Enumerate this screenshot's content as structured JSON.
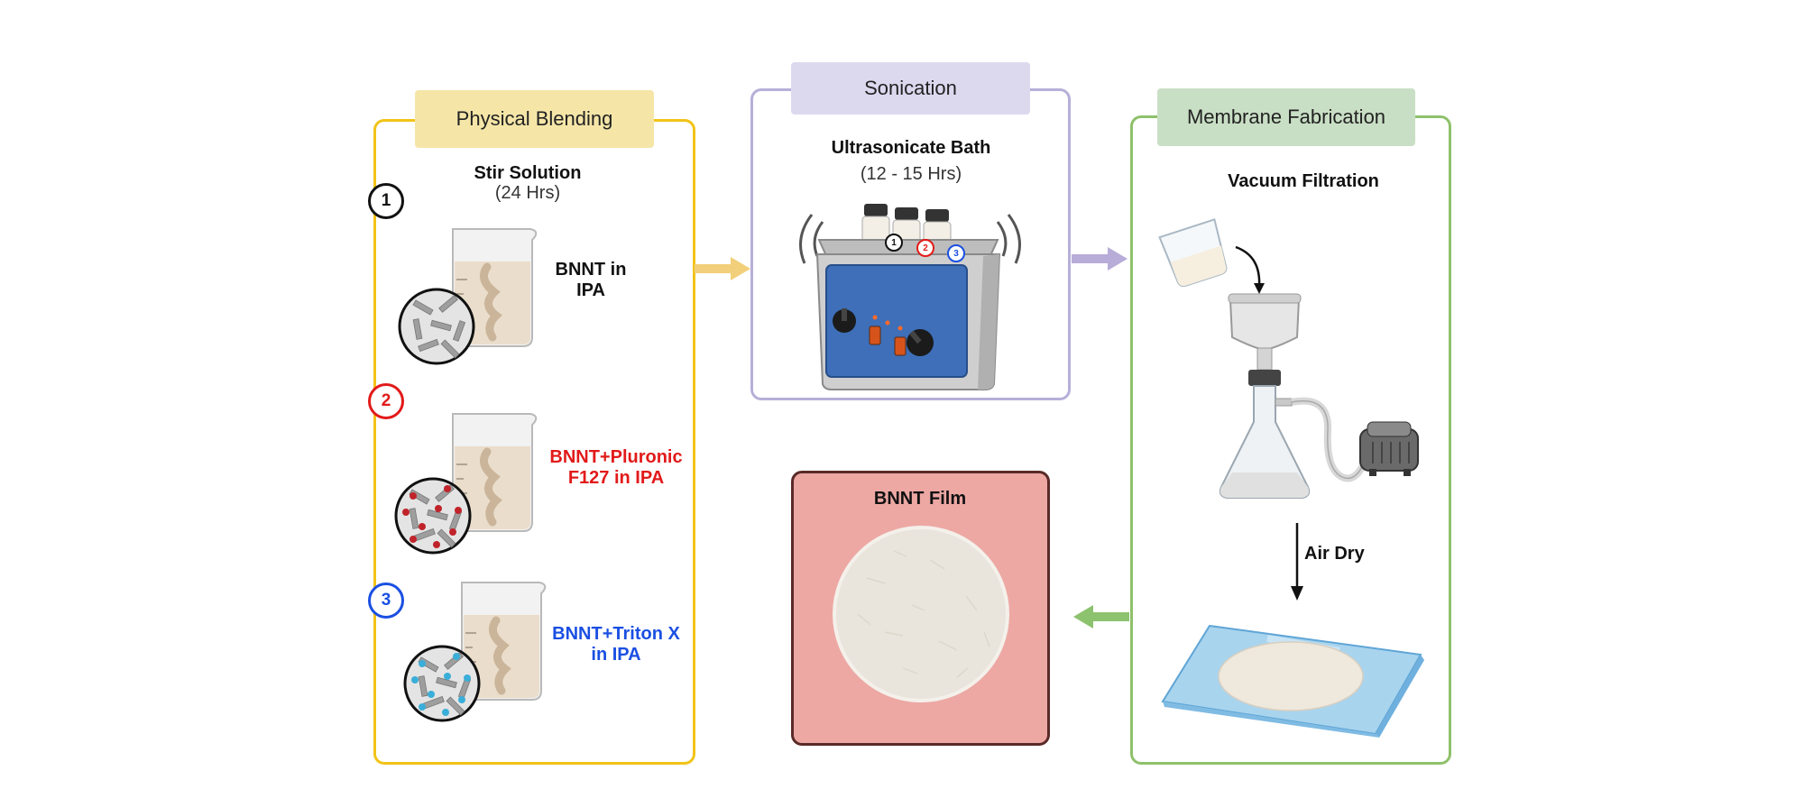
{
  "physical_blending": {
    "title": "Physical Blending",
    "step_title": "Stir Solution",
    "step_duration": "(24 Hrs)",
    "samples": [
      {
        "number": "1",
        "label_line1": "BNNT in",
        "label_line2": "IPA",
        "color": "#111111"
      },
      {
        "number": "2",
        "label_line1": "BNNT+Pluronic",
        "label_line2": "F127 in IPA",
        "color": "#e21a1a"
      },
      {
        "number": "3",
        "label_line1": "BNNT+Triton X",
        "label_line2": "in IPA",
        "color": "#1a4fe2"
      }
    ]
  },
  "sonication": {
    "title": "Sonication",
    "step_title": "Ultrasonicate Bath",
    "step_duration": "(12 - 15 Hrs)",
    "vial_numbers": [
      "1",
      "2",
      "3"
    ]
  },
  "membrane_fabrication": {
    "title": "Membrane Fabrication",
    "step_title": "Vacuum Filtration",
    "dry_label": "Air Dry"
  },
  "film": {
    "title": "BNNT Film"
  },
  "colors": {
    "blending_border": "#f2c318",
    "blending_tag": "#f5e6a8",
    "sonication_border": "#b7afd9",
    "sonication_tag": "#dcd9ef",
    "membrane_border": "#8ec16b",
    "membrane_tag": "#c9dfc5",
    "film_bg": "#eda8a4",
    "film_border": "#5a2a27"
  }
}
